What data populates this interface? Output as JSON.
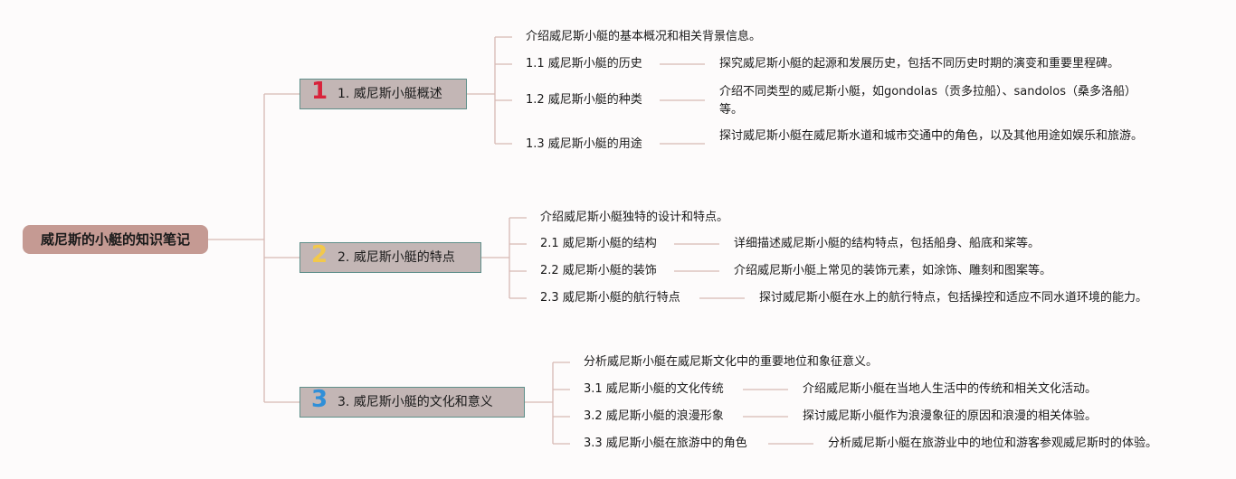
{
  "root": {
    "label": "威尼斯的小艇的知识笔记"
  },
  "branches": [
    {
      "number": "1",
      "label": "1. 威尼斯小艇概述",
      "number_color": "#d8233b",
      "intro": "介绍威尼斯小艇的基本概况和相关背景信息。",
      "items": [
        {
          "title": "1.1 威尼斯小艇的历史",
          "desc": "探究威尼斯小艇的起源和发展历史，包括不同历史时期的演变和重要里程碑。"
        },
        {
          "title": "1.2 威尼斯小艇的种类",
          "desc": "介绍不同类型的威尼斯小艇，如gondolas（贡多拉船）、sandolos（桑多洛船）等。"
        },
        {
          "title": "1.3 威尼斯小艇的用途",
          "desc": "探讨威尼斯小艇在威尼斯水道和城市交通中的角色，以及其他用途如娱乐和旅游。"
        }
      ]
    },
    {
      "number": "2",
      "label": "2. 威尼斯小艇的特点",
      "number_color": "#f2c84b",
      "intro": "介绍威尼斯小艇独特的设计和特点。",
      "items": [
        {
          "title": "2.1 威尼斯小艇的结构",
          "desc": "详细描述威尼斯小艇的结构特点，包括船身、船底和桨等。"
        },
        {
          "title": "2.2 威尼斯小艇的装饰",
          "desc": "介绍威尼斯小艇上常见的装饰元素，如涂饰、雕刻和图案等。"
        },
        {
          "title": "2.3 威尼斯小艇的航行特点",
          "desc": "探讨威尼斯小艇在水上的航行特点，包括操控和适应不同水道环境的能力。"
        }
      ]
    },
    {
      "number": "3",
      "label": "3. 威尼斯小艇的文化和意义",
      "number_color": "#2f8fd8",
      "intro": "分析威尼斯小艇在威尼斯文化中的重要地位和象征意义。",
      "items": [
        {
          "title": "3.1 威尼斯小艇的文化传统",
          "desc": "介绍威尼斯小艇在当地人生活中的传统和相关文化活动。"
        },
        {
          "title": "3.2 威尼斯小艇的浪漫形象",
          "desc": "探讨威尼斯小艇作为浪漫象征的原因和浪漫的相关体验。"
        },
        {
          "title": "3.3 威尼斯小艇在旅游中的角色",
          "desc": "分析威尼斯小艇在旅游业中的地位和游客参观威尼斯时的体验。"
        }
      ]
    }
  ]
}
